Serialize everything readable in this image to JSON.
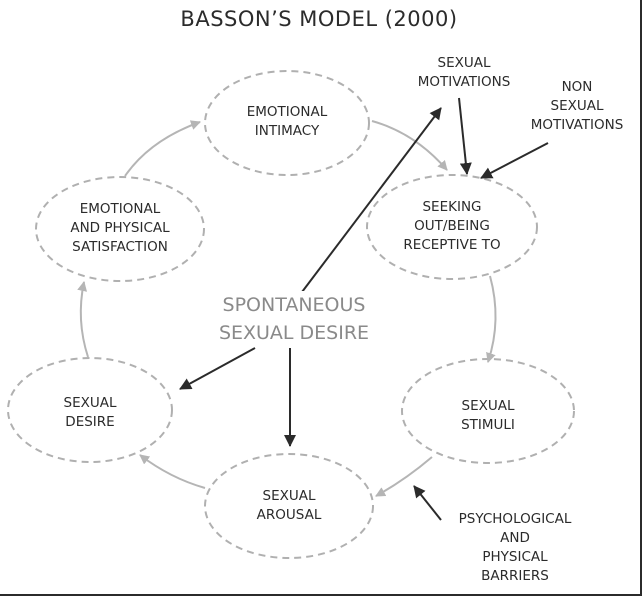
{
  "title": "BASSON’S MODEL (2000)",
  "center_label": "SPONTANEOUS\nSEXUAL DESIRE",
  "nodes": {
    "emotional_intimacy": "EMOTIONAL\nINTIMACY",
    "seeking_out": "SEEKING\nOUT/BEING\nRECEPTIVE TO",
    "sexual_stimuli": "SEXUAL\nSTIMULI",
    "sexual_arousal": "SEXUAL\nAROUSAL",
    "sexual_desire": "SEXUAL\nDESIRE",
    "satisfaction": "EMOTIONAL\nAND PHYSICAL\nSATISFACTION"
  },
  "inputs": {
    "sexual_motivations": "SEXUAL\nMOTIVATIONS",
    "non_sexual_motivations": "NON\nSEXUAL\nMOTIVATIONS",
    "barriers": "PSYCHOLOGICAL\nAND\nPHYSICAL\nBARRIERS"
  },
  "colors": {
    "ink": "#2b2b2b",
    "cycle_arrow": "#b5b5b5",
    "ellipse_outline": "#b0b0b0",
    "center_text": "#8a8a8a"
  }
}
